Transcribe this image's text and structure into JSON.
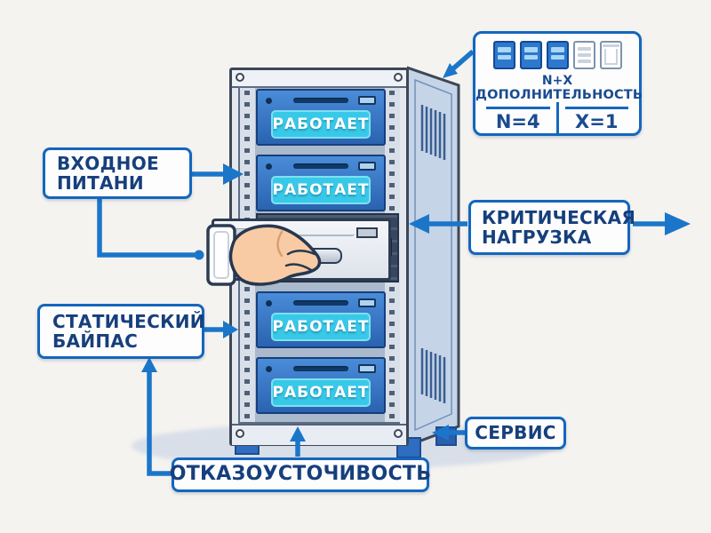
{
  "labels": {
    "input_power": {
      "line1": "ВХОДНОЕ",
      "line2": "ПИТАНИ"
    },
    "static_bypass": {
      "line1": "СТАТИЧЕСКИЙ",
      "line2": "БАЙПАС"
    },
    "critical_load": {
      "line1": "КРИТИЧЕСКАЯ",
      "line2": "НАГРУЗКА"
    },
    "fault_tolerance": {
      "text": "ОТКАЗОУСТОЧИВОСТЬ"
    },
    "service": {
      "text": "СЕРВИС"
    }
  },
  "redundancy_panel": {
    "formula": "N+X",
    "title": "ДОПОЛНИТЕЛЬНОСТЬ",
    "n_value": "N=4",
    "x_value": "X=1",
    "active_module_icons": 3,
    "spare_module_icons": 2
  },
  "rack": {
    "modules": [
      {
        "status": "РАБОТАЕТ"
      },
      {
        "status": "РАБОТАЕТ"
      },
      {
        "status": "РАБОТАЕТ"
      },
      {
        "status": "РАБОТАЕТ"
      }
    ]
  },
  "colors": {
    "background": "#f4f3f0",
    "arrow_blue": "#1b76c9",
    "label_border": "#1466bd",
    "label_text": "#163f7c",
    "module_blue": "#2e77cf",
    "screen_cyan": "#38c9e9"
  }
}
